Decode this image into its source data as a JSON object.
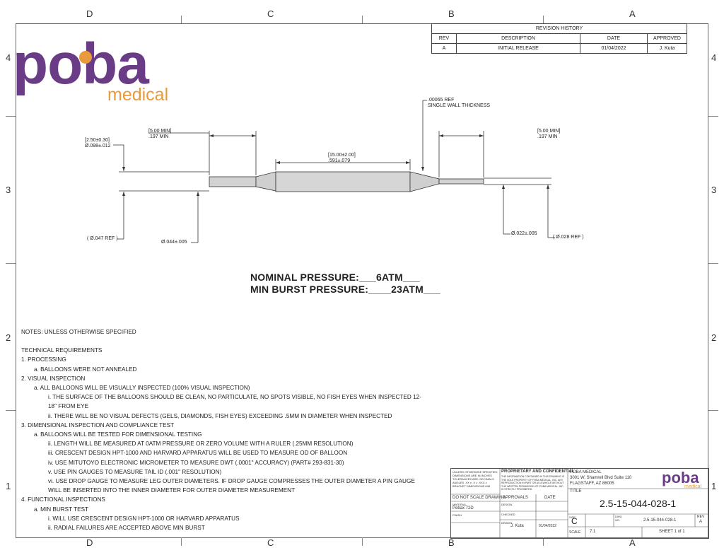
{
  "zones": {
    "top": [
      "D",
      "C",
      "B",
      "A"
    ],
    "bottom": [
      "D",
      "C",
      "B",
      "A"
    ],
    "left": [
      "4",
      "3",
      "2",
      "1"
    ],
    "right": [
      "4",
      "3",
      "2",
      "1"
    ]
  },
  "revision_history": {
    "title": "REVISION HISTORY",
    "headers": [
      "REV",
      "DESCRIPTION",
      "DATE",
      "APPROVED"
    ],
    "row": [
      "A",
      "INITIAL RELEASE",
      "01/04/2022",
      "J. Kuta"
    ]
  },
  "logo": {
    "main": "poba",
    "sub": "medical",
    "purple": "#6a3c86",
    "orange": "#e89a3c"
  },
  "dimensions": {
    "wall_ref": ".00065 REF",
    "wall_label": "SINGLE WALL THICKNESS",
    "left_leg_metric": "[5.00 MIN]",
    "left_leg_imperial": ".197 MIN",
    "right_leg_metric": "[5.00 MIN]",
    "right_leg_imperial": ".197 MIN",
    "left_id_metric": "[2.50±0.30]",
    "left_id_imperial": "Ø.098±.012",
    "body_metric": "[15.00±2.00]",
    "body_imperial": ".591±.079",
    "left_ref": "( Ø.047 REF )",
    "left_od": "Ø.044±.005",
    "right_od": "Ø.022±.005",
    "right_ref": "( Ø.028 REF )"
  },
  "pressure": {
    "nominal": "NOMINAL PRESSURE:___6ATM___",
    "burst": "MIN BURST PRESSURE:____23ATM___"
  },
  "notes": {
    "header": "NOTES: UNLESS OTHERWISE SPECIFIED",
    "tech": "TECHNICAL REQUIREMENTS",
    "s1": "1. PROCESSING",
    "s1a": "a. BALLOONS WERE NOT ANNEALED",
    "s2": "2. VISUAL INSPECTION",
    "s2a": "a. ALL BALLOONS WILL BE VISUALLY INSPECTED (100% VISUAL INSPECTION)",
    "s2a_i": "i. THE SURFACE OF THE BALLOONS SHOULD BE CLEAN, NO PARTICULATE, NO SPOTS VISIBLE, NO FISH EYES WHEN INSPECTED 12-",
    "s2a_i2": "18\" FROM EYE",
    "s2a_ii": "ii. THERE WILL BE NO VISUAL DEFECTS (GELS, DIAMONDS, FISH EYES) EXCEEDING .5MM IN DIAMETER WHEN INSPECTED",
    "s3": "3. DIMENSIONAL INSPECTION AND COMPLIANCE TEST",
    "s3a": "a. BALLOONS WILL BE TESTED FOR DIMENSIONAL TESTING",
    "s3a_ii": "ii. LENGTH WILL BE MEASURED AT 0ATM PRESSURE OR ZERO VOLUME WITH A RULER (.25MM RESOLUTION)",
    "s3a_iii": "iii. CRESCENT DESIGN HPT-1000 AND HARVARD APPARATUS WILL BE USED TO MEASURE OD OF BALLOON",
    "s3a_iv": "iv. USE MITUTOYO ELECTRONIC MICROMETER TO MEASURE DWT (.0001\" ACCURACY) (PART# 293-831-30)",
    "s3a_v": "v. USE PIN GAUGES TO MEASURE TAIL ID (.001\" RESOLUTION)",
    "s3a_vi": "vi. USE DROP GAUGE TO MEASURE LEG OUTER DIAMETERS. IF DROP GAUGE COMPRESSES THE OUTER DIAMETER A PIN GAUGE",
    "s3a_vi2": "WILL BE INSERTED INTO THE INNER DIAMETER FOR OUTER DIAMETER MEASUREMENT",
    "s4": "4. FUNCTIONAL INSPECTIONS",
    "s4a": "a. MIN BURST TEST",
    "s4a_i": "i. WILL USE CRESCENT DESIGN HPT-1000 OR HARVARD APPARATUS",
    "s4a_ii": "ii. RADIAL FAILURES ARE ACCEPTED ABOVE MIN BURST"
  },
  "title_block": {
    "tolerance_note": "UNLESS OTHERWISE SPECIFIED DIMENSIONS ARE IN INCHES TOLERANCES ARE: DECIMALS ANGLES .XX ± .X ± .XXX ± BRACKET DIMENSIONS MM",
    "dnsd": "DO NOT SCALE DRAWING",
    "material_label": "MATERIAL",
    "material": "Pebax 72D",
    "finish_label": "FINISH",
    "proprietary": "PROPRIETARY AND CONFIDENTIAL",
    "proprietary_text": "THE INFORMATION CONTAINED IN THIS DRAWING IS THE SOLE PROPERTY OF POBA MEDICAL, INC. ANY REPRODUCTION IN PART OR AS A WHOLE WITHOUT THE WRITTEN PERMISSION OF POBA MEDICAL, INC. IS STRICTLY PROHIBITED.",
    "approvals": "APPROVALS",
    "date": "DATE",
    "design": "DESIGN",
    "checked": "CHECKED",
    "drawn": "DRAWN",
    "drawn_by": "J. Kuta",
    "drawn_date": "01/04/2022",
    "company": "POBA MEDICAL",
    "address1": "3001 W. Shamrell Blvd Suite 110",
    "address2": "FLAGSTAFF, AZ 86005",
    "title_label": "TITLE",
    "title": "2.5-15-044-028-1",
    "size_label": "SIZE",
    "size": "C",
    "dwg_label": "DWG NO.",
    "dwg_no": "2.5-15-044-028-1",
    "rev_label": "REV",
    "rev": "A",
    "scale_label": "SCALE",
    "scale": "7:1",
    "sheet": "SHEET 1 of 1",
    "logo_main": "poba",
    "logo_sub": "medical"
  }
}
